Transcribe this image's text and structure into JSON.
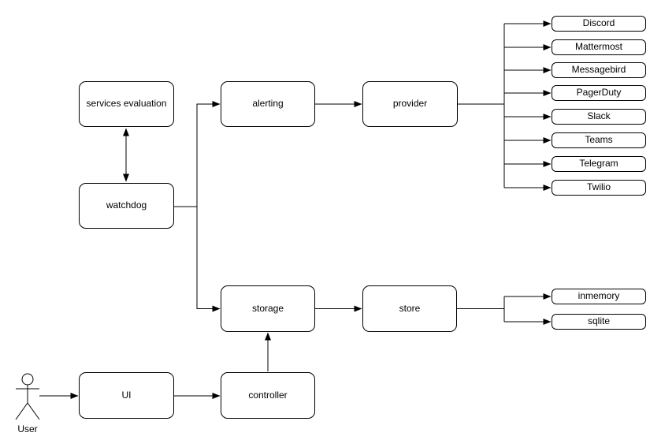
{
  "colors": {
    "background": "#ffffff",
    "node_fill": "#ffffff",
    "stroke": "#000000",
    "text": "#000000"
  },
  "nodes": {
    "services_evaluation": "services evaluation",
    "watchdog": "watchdog",
    "alerting": "alerting",
    "provider": "provider",
    "storage": "storage",
    "store": "store",
    "ui": "UI",
    "controller": "controller"
  },
  "providers": [
    "Discord",
    "Mattermost",
    "Messagebird",
    "PagerDuty",
    "Slack",
    "Teams",
    "Telegram",
    "Twilio"
  ],
  "stores": [
    "inmemory",
    "sqlite"
  ],
  "actor": {
    "label": "User"
  },
  "edges": [
    {
      "from": "services evaluation",
      "to": "watchdog",
      "bidirectional": true
    },
    {
      "from": "watchdog",
      "to": "alerting"
    },
    {
      "from": "watchdog",
      "to": "storage"
    },
    {
      "from": "alerting",
      "to": "provider"
    },
    {
      "from": "provider",
      "to": "Discord"
    },
    {
      "from": "provider",
      "to": "Mattermost"
    },
    {
      "from": "provider",
      "to": "Messagebird"
    },
    {
      "from": "provider",
      "to": "PagerDuty"
    },
    {
      "from": "provider",
      "to": "Slack"
    },
    {
      "from": "provider",
      "to": "Teams"
    },
    {
      "from": "provider",
      "to": "Telegram"
    },
    {
      "from": "provider",
      "to": "Twilio"
    },
    {
      "from": "storage",
      "to": "store"
    },
    {
      "from": "store",
      "to": "inmemory"
    },
    {
      "from": "store",
      "to": "sqlite"
    },
    {
      "from": "controller",
      "to": "storage"
    },
    {
      "from": "UI",
      "to": "controller"
    },
    {
      "from": "User",
      "to": "UI"
    }
  ]
}
